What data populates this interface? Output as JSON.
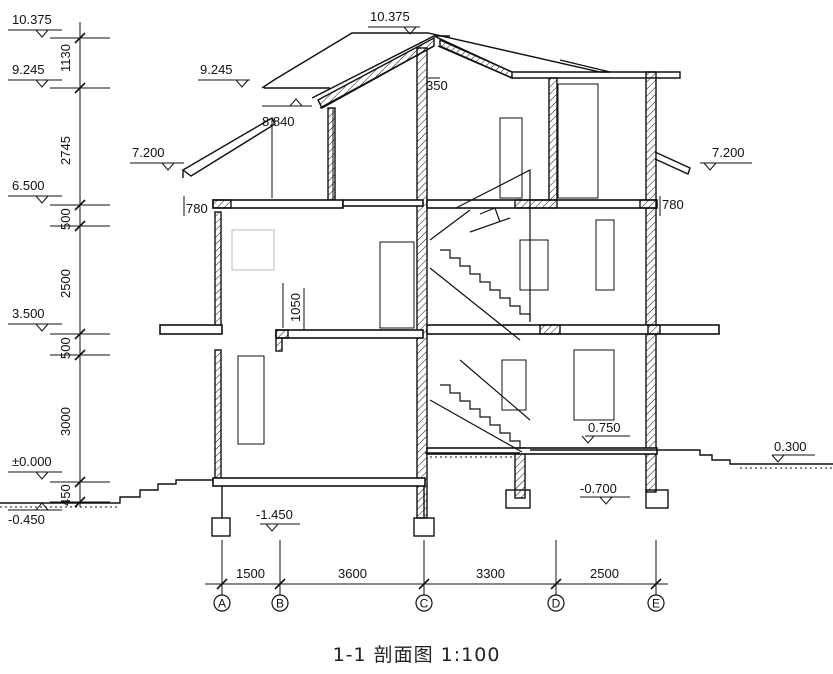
{
  "caption": "1-1 剖面图 1:100",
  "elevations": {
    "roof_ridge_left": "10.375",
    "roof_ridge_top": "10.375",
    "eave_upper_left": "9.245",
    "eave_upper": "9.245",
    "eave_inner": "8.840",
    "eave_left": "7.200",
    "eave_right": "7.200",
    "floor_2": "6.500",
    "floor_1": "3.500",
    "ground_floor": "±0.000",
    "outside_grade": "-0.450",
    "basement": "-1.450",
    "right_floor": "0.750",
    "right_grade": "-0.700",
    "right_ground": "0.300"
  },
  "vertical_dimensions": [
    "1130",
    "2745",
    "500",
    "2500",
    "500",
    "3000",
    "450"
  ],
  "local_dimensions": {
    "parapet_left": "780",
    "parapet_right": "780",
    "roof_offset": "350",
    "step_height": "1050"
  },
  "horizontal_dimensions": [
    "1500",
    "3600",
    "3300",
    "2500"
  ],
  "axes": [
    "A",
    "B",
    "C",
    "D",
    "E"
  ]
}
